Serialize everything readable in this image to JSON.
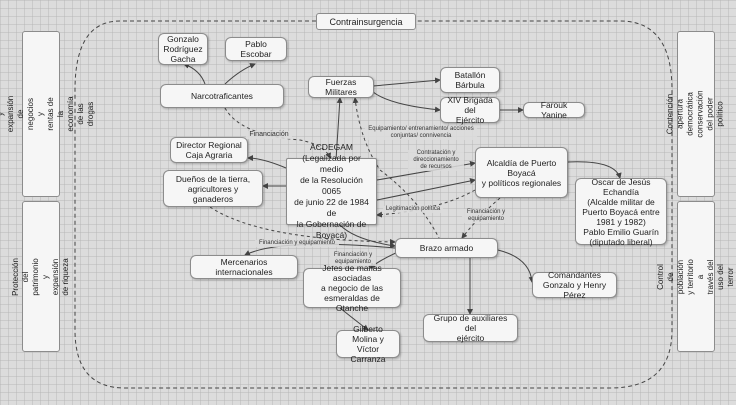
{
  "diagram": {
    "title": "Contrainsurgencia",
    "side_labels": {
      "left_top": "Protección y expansión de negocios y\nrentas de la economía de las drogas",
      "left_bottom": "Protección del patrimonio y expansión\nde riqueza",
      "right_top": "Contención apertura democrática\nconservación del poder político",
      "right_bottom": "Control de población y territorio a\ntravés del uso del terror"
    },
    "nodes": {
      "gonzalo": "Gonzalo\nRodríguez\nGacha",
      "pablo": "Pablo Escobar",
      "narco": "Narcotraficantes",
      "fuerzas": "Fuerzas Militares",
      "batallon": "Batallón\nBárbula",
      "brigada": "XIV Brigada del\nEjército",
      "farouk": "Farouk Yanine",
      "director": "Director Regional\nCaja Agraria",
      "acdegam": "ACDEGAM\n(Legalizada por medio\nde la Resolución 0065\nde junio 22 de 1984 de\nla Gobernación de\nBoyacá)",
      "alcaldia": "Alcaldía de Puerto\nBoyacá\ny políticos regionales",
      "oscar": "Oscar de Jesús Echandía\n(Alcalde militar de\nPuerto Boyacá  entre\n1981 y 1982)\nPablo Emilio Guarín\n(diputado liberal)",
      "duenos": "Dueños de la tierra,\nagricultores y ganaderos",
      "brazo": "Brazo armado",
      "mercenarios": "Mercenarios internacionales",
      "jefes": "Jefes de mafias asociadas\na negocio de las\nesmeraldas de Otanche",
      "comandantes": "Comandantes\nGonzalo y Henry Pérez",
      "gilberto": "Gilberto Molina y\nVíctor Carranza",
      "grupo": "Grupo de auxiliares del\nejército"
    },
    "edge_labels": {
      "financiacion": "Financiación",
      "equipamiento": "Equipamiento/ entrenamiento/ acciones\nconjuntas/ connivencia",
      "contratacion": "Contratación y\ndireccionamiento\nde recursos",
      "legitimacion": "Legitimación política",
      "fin_equip_right": "Financiación y\nequipamiento",
      "fin_equip_left": "Financiación y equipamiento",
      "fin_equip_jefes": "Financiación y\nequipamiento"
    }
  }
}
